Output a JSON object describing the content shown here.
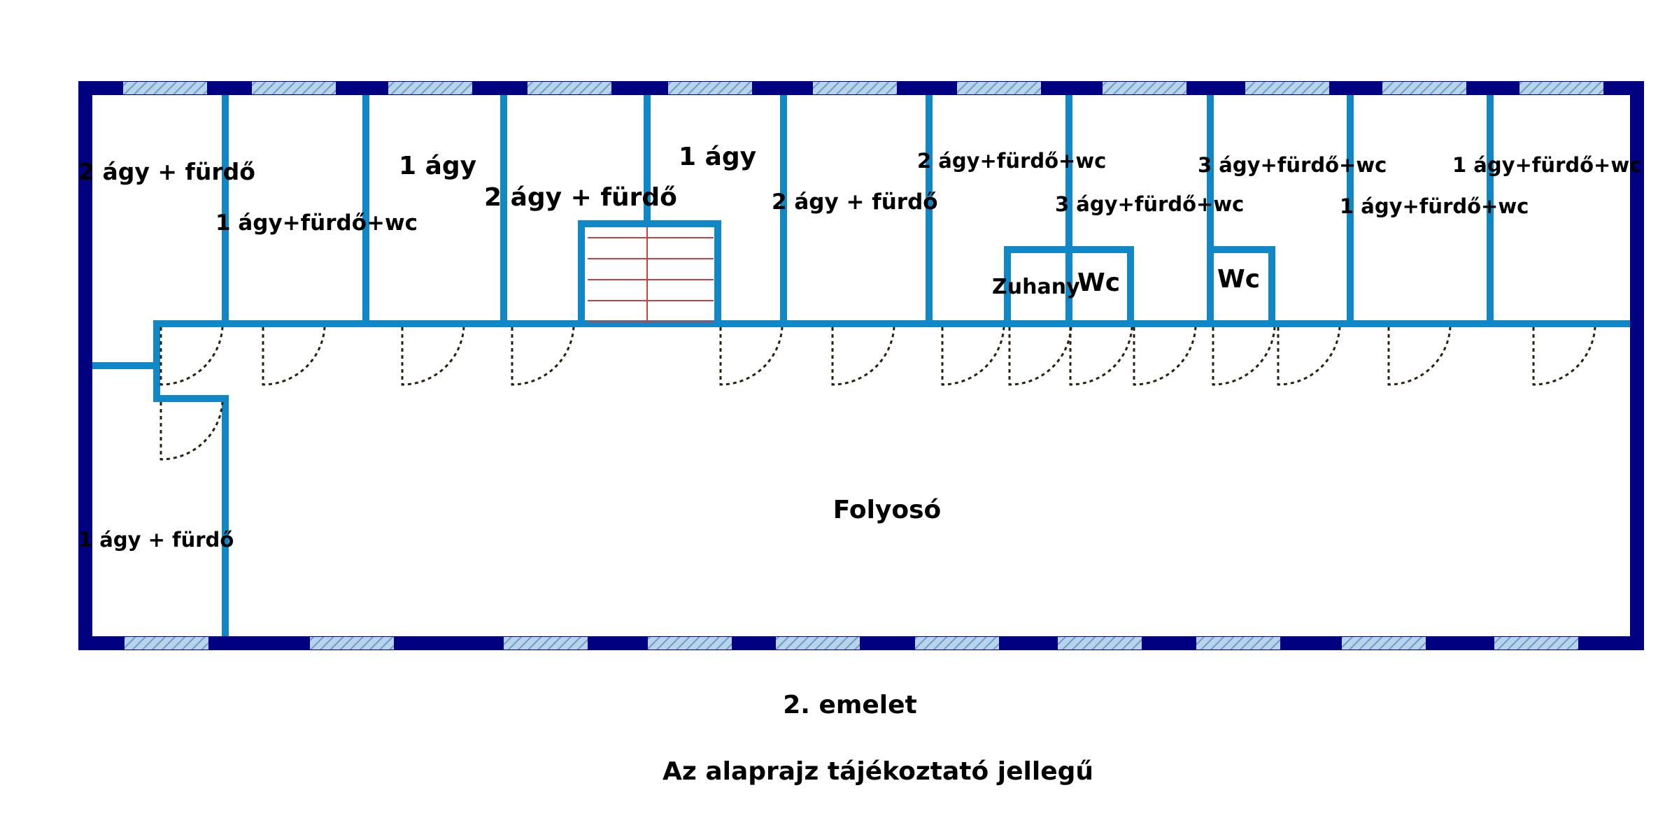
{
  "plan": {
    "colors": {
      "outer_wall": "#000080",
      "inner_wall": "#1088c8",
      "window": "#8ab8dc",
      "stairs": "#c84040",
      "door": "#2a2010",
      "text": "#000000"
    },
    "rooms": [
      "2 ágy + fürdő",
      "1 ágy+fürdő+wc",
      "1 ágy",
      "2 ágy + fürdő",
      "1 ágy",
      "2 ágy + fürdő",
      "2 ágy+fürdő+wc",
      "3 ágy+fürdő+wc",
      "Zuhany",
      "Wc",
      "3 ágy+fürdő+wc",
      "Wc",
      "1 ágy+fürdő+wc",
      "1 ágy+fürdő+wc",
      "1 ágy + fürdő"
    ],
    "corridor": "Folyosó",
    "floor": "2. emelet",
    "note": "Az alaprajz tájékoztató jellegű"
  }
}
